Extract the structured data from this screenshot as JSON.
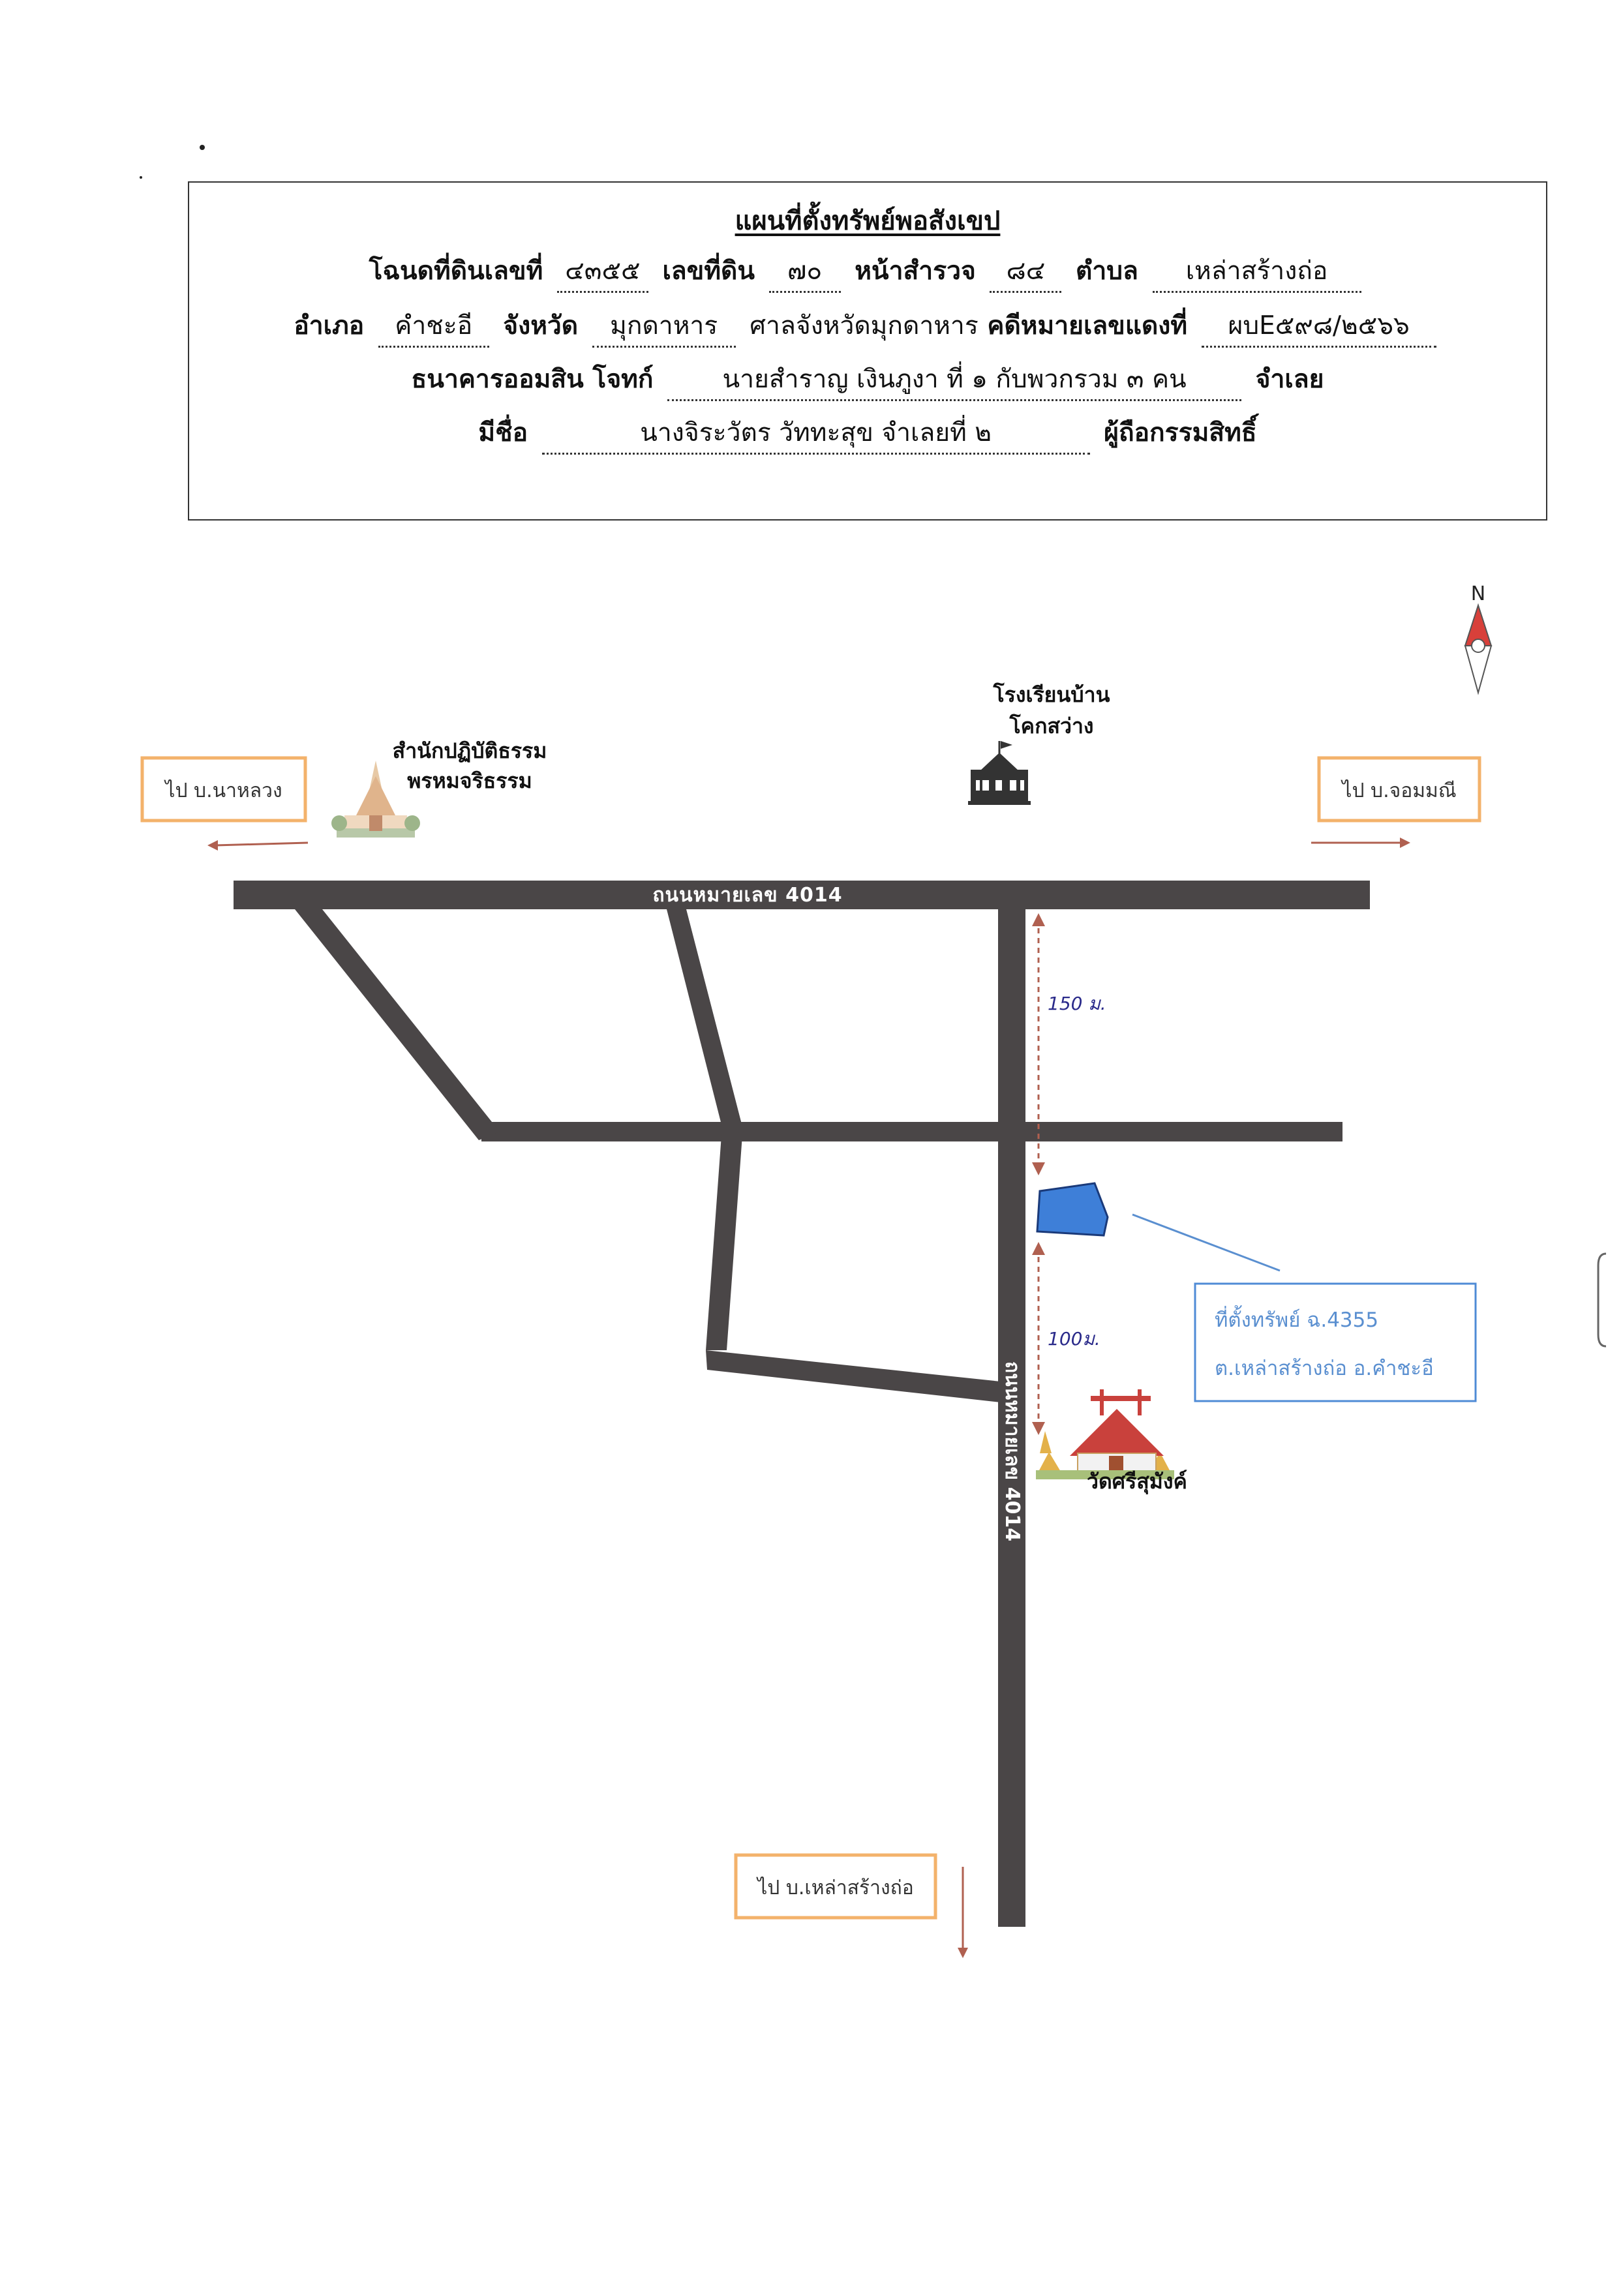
{
  "header": {
    "title": "แผนที่ตั้งทรัพย์พอสังเขป",
    "row1": {
      "deed_label": "โฉนดที่ดินเลขที่",
      "deed_no": "๔๓๕๕",
      "land_no_label": "เลขที่ดิน",
      "land_no": "๗๐",
      "survey_label": "หน้าสำรวจ",
      "survey_no": "๘๔",
      "subdistrict_label": "ตำบล",
      "subdistrict": "เหล่าสร้างถ่อ"
    },
    "row2": {
      "district_label": "อำเภอ",
      "district": "คำชะอี",
      "province_label": "จังหวัด",
      "province": "มุกดาหาร",
      "court": "ศาลจังหวัดมุกดาหาร",
      "case_label": "คดีหมายเลขแดงที่",
      "case_no": "ผบE๕๙๘/๒๕๖๖"
    },
    "row3": {
      "plaintiff_label": "ธนาคารออมสิน โจทก์",
      "defendant": "นายสำราญ เงินภูงา ที่ ๑ กับพวกรวม ๓ คน",
      "defendant_suffix": "จำเลย"
    },
    "row4": {
      "name_label": "มีชื่อ",
      "owner": "นางจิระวัตร วัททะสุข จำเลยที่ ๒",
      "owner_suffix": "ผู้ถือกรรมสิทธิ์"
    }
  },
  "map": {
    "compass_letter": "N",
    "landmarks": {
      "school_line1": "โรงเรียนบ้าน",
      "school_line2": "โคกสว่าง",
      "dharma_line1": "สำนักปฏิบัติธรรม",
      "dharma_line2": "พรหมจริธรรม",
      "temple": "วัดศรีสุมังค์"
    },
    "directions": {
      "west": "ไป บ.นาหลวง",
      "east": "ไป บ.จอมมณี",
      "south": "ไป บ.เหล่าสร้างถ่อ"
    },
    "roads": {
      "main_road_label": "ถนนหมายเลข 4014",
      "vertical_road_label": "ถนนหมายเลข 4014"
    },
    "distances": {
      "north_segment": "150 ม.",
      "south_segment": "100ม."
    },
    "property_label": {
      "line1": "ที่ตั้งทรัพย์ ฉ.4355",
      "line2": "ต.เหล่าสร้างถ่อ อ.คำชะอี"
    },
    "colors": {
      "road": "#4a4647",
      "property": "#3e7fd8",
      "direction_box": "#f3b26b",
      "arrow": "#b06050",
      "label_box": "#4f8bd6",
      "label_text": "#5a8fd0",
      "handwriting": "#2a2a8a"
    }
  }
}
